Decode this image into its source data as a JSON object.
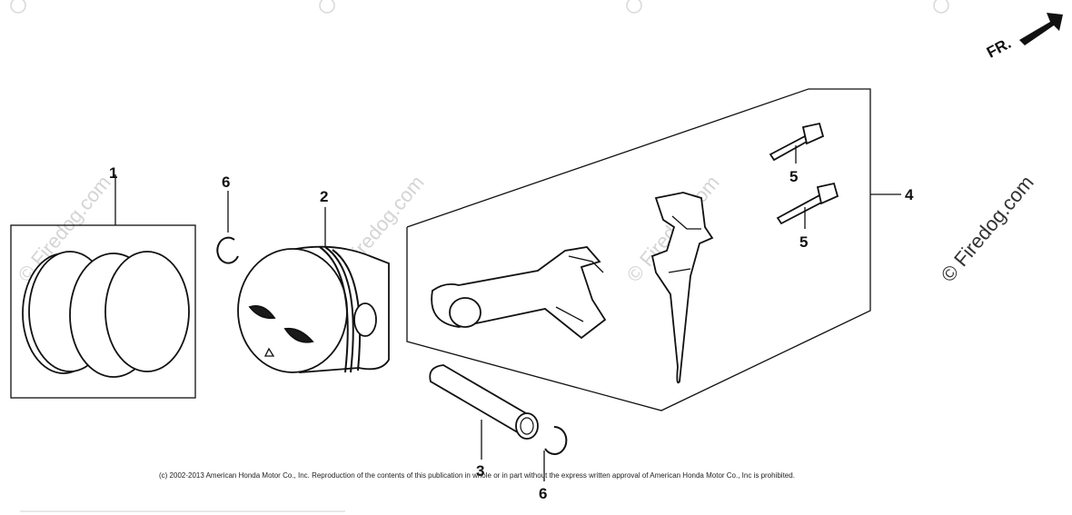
{
  "diagram": {
    "callouts": [
      {
        "id": "1",
        "label": "1"
      },
      {
        "id": "2",
        "label": "2"
      },
      {
        "id": "3",
        "label": "3"
      },
      {
        "id": "4",
        "label": "4"
      },
      {
        "id": "5a",
        "label": "5"
      },
      {
        "id": "5b",
        "label": "5"
      },
      {
        "id": "6a",
        "label": "6"
      },
      {
        "id": "6b",
        "label": "6"
      }
    ],
    "direction_label": "FR.",
    "watermark": "© Firedog.com",
    "copyright": "(c) 2002-2013 American Honda Motor Co., Inc. Reproduction of the contents of this publication in whole or in part without the express written approval of American Honda Motor Co., Inc is prohibited."
  }
}
